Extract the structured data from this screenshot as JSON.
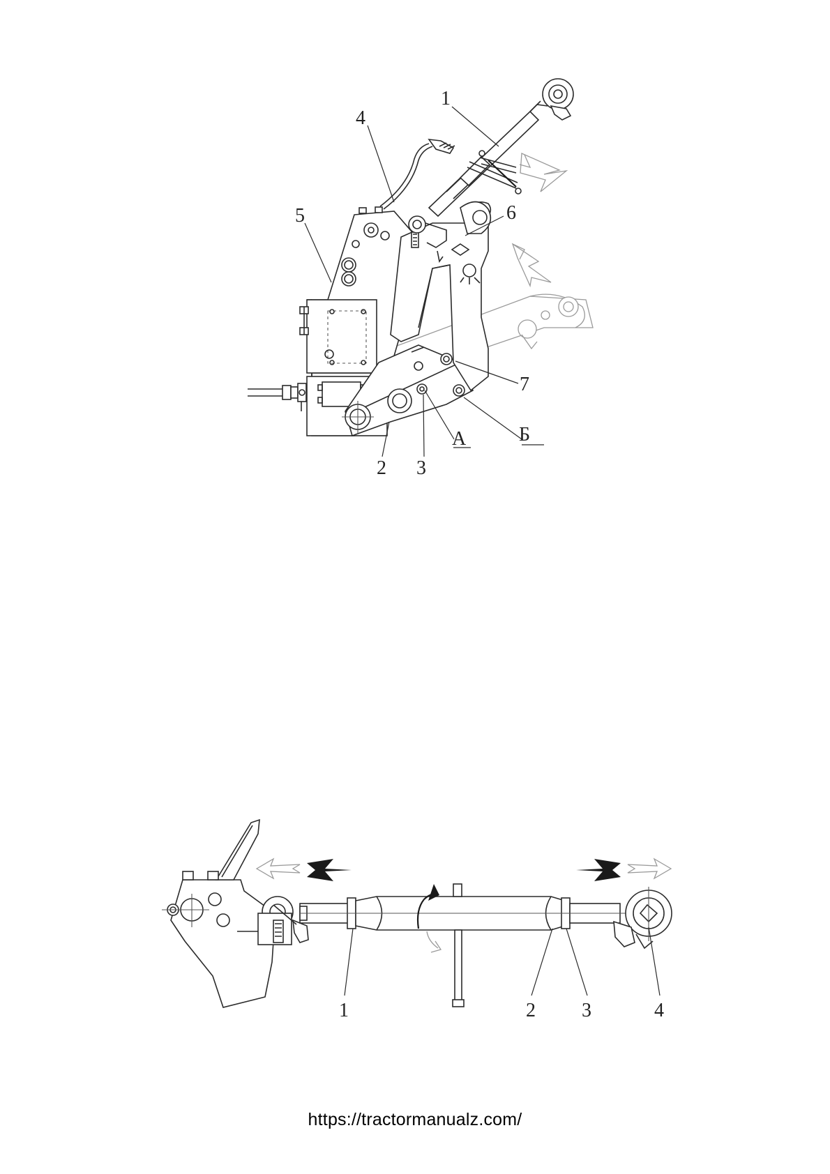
{
  "figure1": {
    "callouts": [
      "1",
      "4",
      "5",
      "6",
      "7",
      "2",
      "3",
      "А",
      "Б"
    ]
  },
  "figure2": {
    "callouts": [
      "1",
      "2",
      "3",
      "4"
    ]
  },
  "footer": {
    "url": "https://tractormanualz.com/"
  },
  "colors": {
    "line": "#2b2b2b",
    "ghost": "#9a9a9a",
    "background": "#ffffff"
  }
}
